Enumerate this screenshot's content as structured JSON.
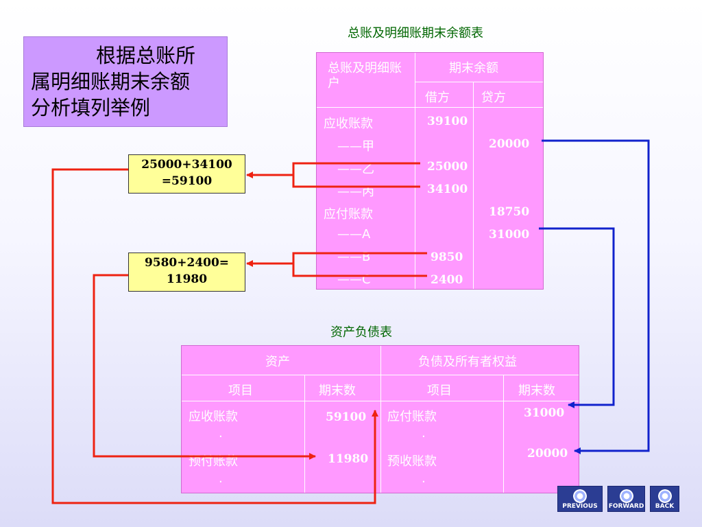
{
  "title_box": {
    "line1": "根据总账所",
    "line2": "属明细账期末余额",
    "line3": "分析填列举例"
  },
  "ledger": {
    "caption": "总账及明细账期末余额表",
    "header_account": "总账及明细账户",
    "header_balance": "期末余额",
    "header_debit": "借方",
    "header_credit": "贷方",
    "rows": [
      {
        "account": "应收账款",
        "debit": "39100",
        "credit": ""
      },
      {
        "account": "——甲",
        "debit": "",
        "credit": "20000"
      },
      {
        "account": "——乙",
        "debit": "25000",
        "credit": ""
      },
      {
        "account": "——丙",
        "debit": "34100",
        "credit": ""
      },
      {
        "account": "应付账款",
        "debit": "",
        "credit": "18750"
      },
      {
        "account": "——A",
        "debit": "",
        "credit": "31000"
      },
      {
        "account": "——B",
        "debit": "9850",
        "credit": ""
      },
      {
        "account": "——C",
        "debit": "2400",
        "credit": ""
      }
    ]
  },
  "calc1": {
    "line1": "25000+34100",
    "line2": "=59100"
  },
  "calc2": {
    "line1": "9580+2400=",
    "line2": "11980"
  },
  "balance_sheet": {
    "caption": "资产负债表",
    "assets": "资产",
    "liabilities": "负债及所有者权益",
    "item": "项目",
    "amount": "期末数",
    "left_rows": [
      {
        "item": "应收账款",
        "value": "59100"
      },
      {
        "item": "·",
        "value": ""
      },
      {
        "item": "预付账款",
        "value": "11980"
      },
      {
        "item": "·",
        "value": ""
      }
    ],
    "right_rows": [
      {
        "item": "应付账款",
        "value": "31000"
      },
      {
        "item": "·",
        "value": ""
      },
      {
        "item": "预收账款",
        "value": "20000"
      },
      {
        "item": "·",
        "value": ""
      }
    ]
  },
  "nav": {
    "previous": "PREVIOUS",
    "forward": "FORWARD",
    "back": "BACK"
  },
  "colors": {
    "arrow_red": "#ee2211",
    "arrow_blue": "#1122cc",
    "cell_pink": "#ff99ff",
    "title_purple": "#cc99ff"
  }
}
